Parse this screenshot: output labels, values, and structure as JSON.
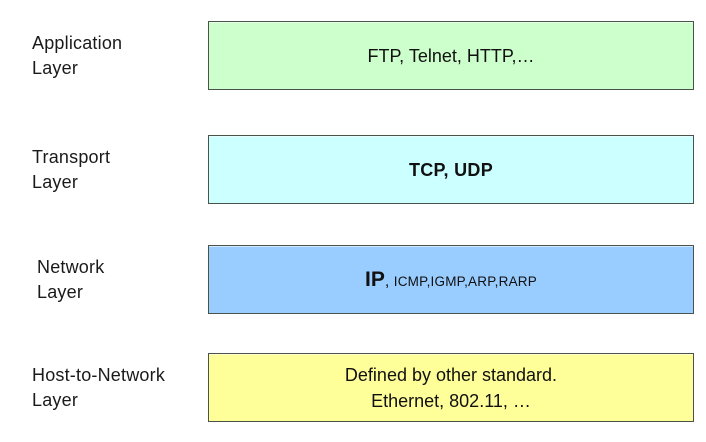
{
  "diagram": {
    "kind": "tcp-ip-protocol-stack",
    "text_color": "#111111",
    "box_border_color": "#4a524a",
    "layers": [
      {
        "label_line1": "Application",
        "label_line2": "Layer",
        "box_text": "FTP, Telnet, HTTP,…",
        "box_color": "#CCFFCC"
      },
      {
        "label_line1": "Transport",
        "label_line2": "Layer",
        "box_text": "TCP, UDP",
        "box_color": "#CCFFFF"
      },
      {
        "label_line1": "Network",
        "label_line2": "Layer",
        "box_text_primary": "IP",
        "box_text_separator": ", ",
        "box_text_secondary": "ICMP,IGMP,ARP,RARP",
        "box_color": "#99CCFF"
      },
      {
        "label_line1": "Host-to-Network",
        "label_line2": "Layer",
        "box_line1": "Defined by other standard.",
        "box_line2": "Ethernet, 802.11, …",
        "box_color": "#FFFF99"
      }
    ]
  }
}
